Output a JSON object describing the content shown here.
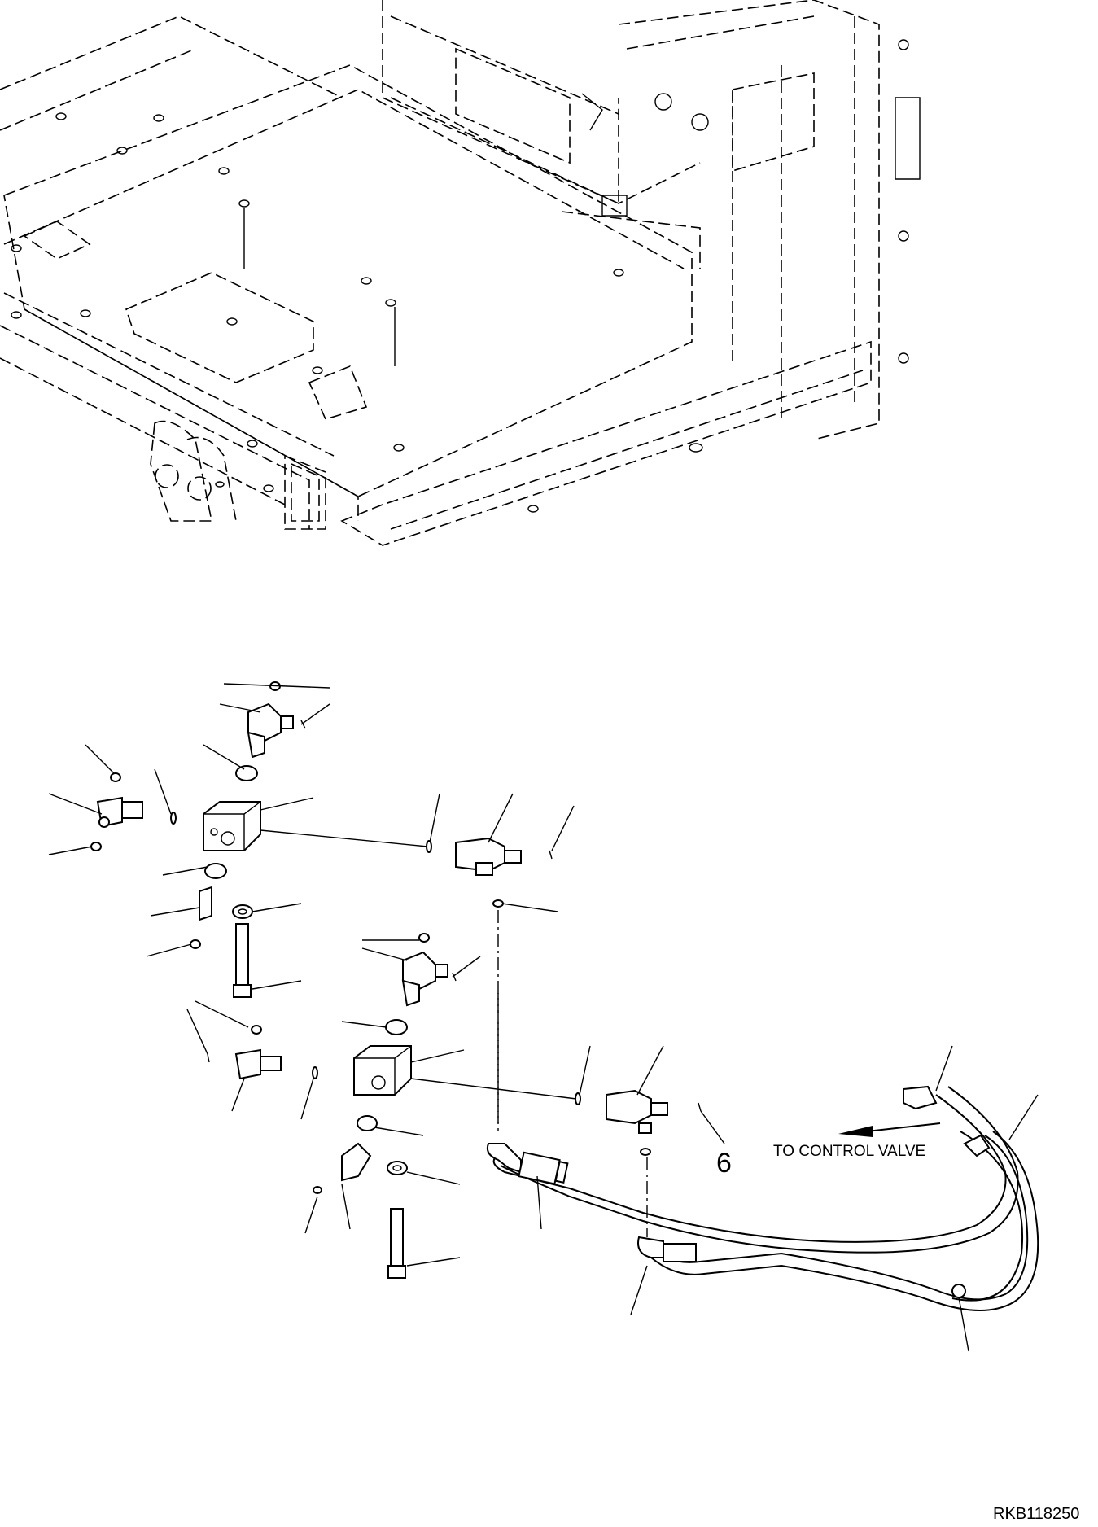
{
  "diagram": {
    "callout_number": "6",
    "direction_label": "TO CONTROL VALVE",
    "drawing_id": "RKB118250"
  }
}
